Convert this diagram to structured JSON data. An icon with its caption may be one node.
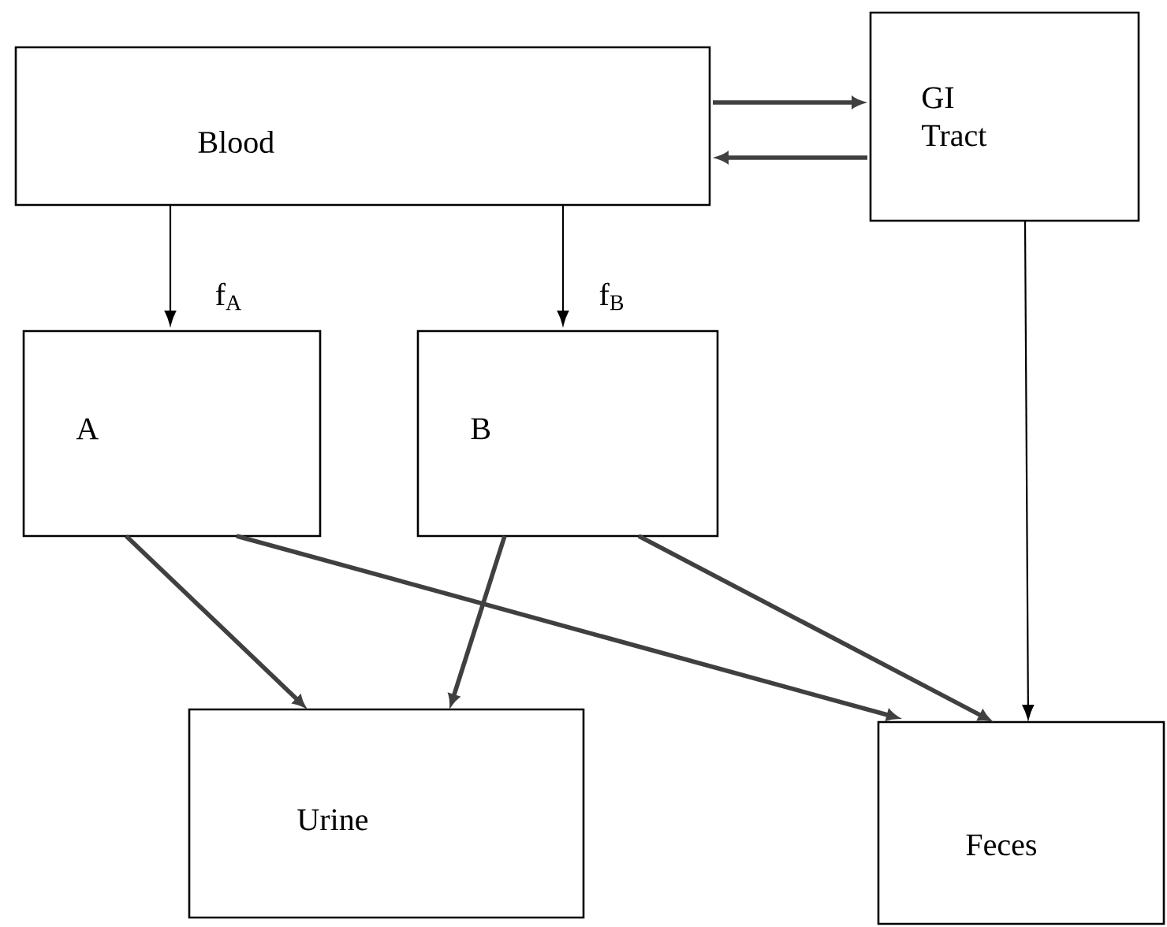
{
  "diagram": {
    "nodes": [
      {
        "text": [
          "Blood"
        ]
      },
      {
        "text": [
          "GI Tract"
        ]
      },
      {
        "text": [
          "A"
        ]
      },
      {
        "text": [
          "B"
        ]
      },
      {
        "text": [
          "Urine"
        ]
      },
      {
        "text": [
          "Feces"
        ]
      }
    ],
    "edges": [
      {
        "from": 0,
        "to": 1,
        "arrow": "to"
      },
      {
        "from": 1,
        "to": 0,
        "arrow": "to"
      },
      {
        "from": 0,
        "to": 2,
        "arrow": "to",
        "label": "f$_{A}$",
        "color": "#000000"
      },
      {
        "from": 0,
        "to": 3,
        "arrow": "to",
        "label": "f$_{B}$",
        "color": "#000000"
      },
      {
        "from": 2,
        "to": 4,
        "arrow": "to"
      },
      {
        "from": 2,
        "to": 5,
        "arrow": "to"
      },
      {
        "from": 3,
        "to": 4,
        "arrow": "to"
      },
      {
        "from": 3,
        "to": 5,
        "arrow": "to"
      },
      {
        "from": 1,
        "to": 5,
        "arrow": "to",
        "color": "#000000"
      }
    ]
  }
}
